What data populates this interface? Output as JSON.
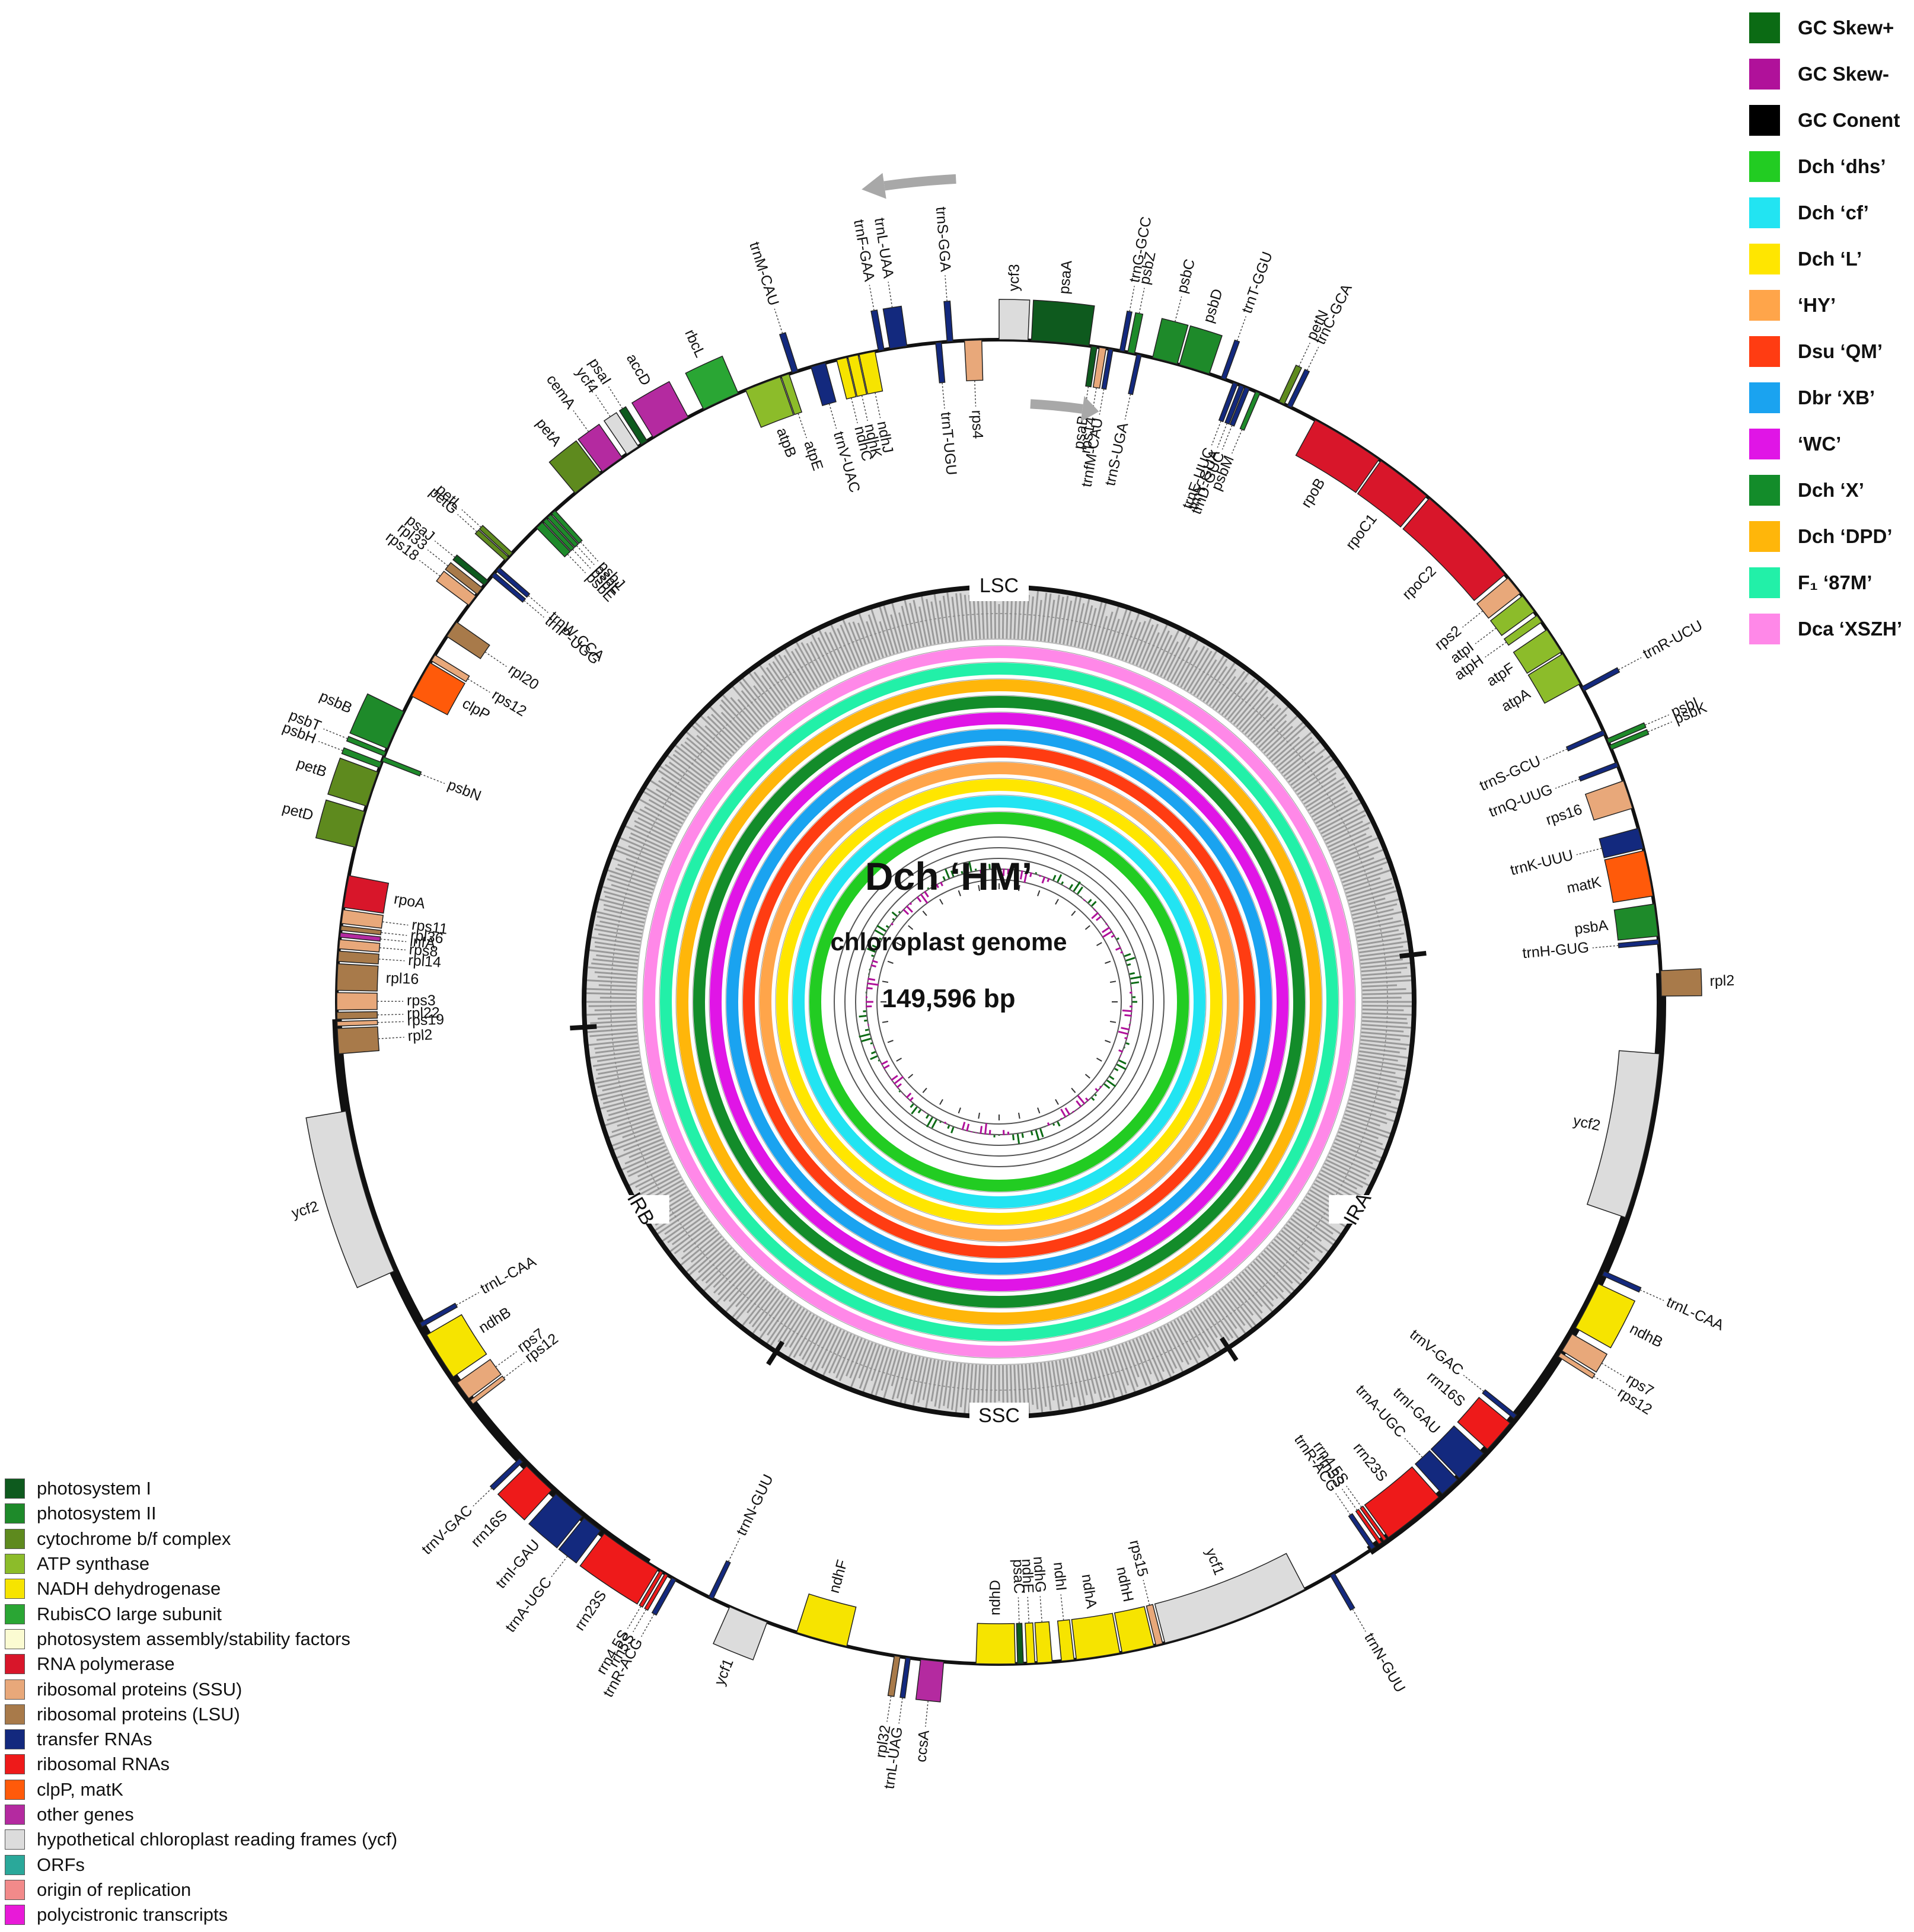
{
  "center": {
    "title": "Dch ‘HM’",
    "subtitle": "chloroplast genome",
    "size": "149,596 bp"
  },
  "regions": [
    "LSC",
    "IRA",
    "SSC",
    "IRB"
  ],
  "legend_top": [
    {
      "label": "GC Skew+",
      "color": "#0b6b14"
    },
    {
      "label": "GC Skew-",
      "color": "#b0119a"
    },
    {
      "label": "GC Conent",
      "color": "#000000"
    },
    {
      "label": "Dch ‘dhs’",
      "color": "#22cc22"
    },
    {
      "label": "Dch ‘cf’",
      "color": "#22e4f2"
    },
    {
      "label": "Dch ‘L’",
      "color": "#ffe600"
    },
    {
      "label": "‘HY’",
      "color": "#ffa54a"
    },
    {
      "label": "Dsu ‘QM’",
      "color": "#ff3c12"
    },
    {
      "label": "Dbr ‘XB’",
      "color": "#1aa3f0"
    },
    {
      "label": "‘WC’",
      "color": "#e015e6"
    },
    {
      "label": "Dch ‘X’",
      "color": "#138c2a"
    },
    {
      "label": "Dch ‘DPD’",
      "color": "#ffb60a"
    },
    {
      "label": "F₁ ‘87M’",
      "color": "#22f0a8"
    },
    {
      "label": "Dca ‘XSZH’",
      "color": "#ff88e8"
    }
  ],
  "legend_bottom": [
    {
      "label": "photosystem I",
      "color": "#0e5a1e"
    },
    {
      "label": "photosystem II",
      "color": "#1e8a2a"
    },
    {
      "label": "cytochrome b/f complex",
      "color": "#5e8a1e"
    },
    {
      "label": "ATP synthase",
      "color": "#8cbc2a"
    },
    {
      "label": "NADH dehydrogenase",
      "color": "#f6e400"
    },
    {
      "label": "RubisCO large subunit",
      "color": "#2aa634"
    },
    {
      "label": "photosystem assembly/stability factors",
      "color": "#fbfbd2"
    },
    {
      "label": "RNA polymerase",
      "color": "#d8162a"
    },
    {
      "label": "ribosomal proteins (SSU)",
      "color": "#e8a87a"
    },
    {
      "label": "ribosomal proteins (LSU)",
      "color": "#a87a4a"
    },
    {
      "label": "transfer RNAs",
      "color": "#13297e"
    },
    {
      "label": "ribosomal RNAs",
      "color": "#ee1a1a"
    },
    {
      "label": "clpP, matK",
      "color": "#ff5a0a"
    },
    {
      "label": "other genes",
      "color": "#b42aa0"
    },
    {
      "label": "hypothetical chloroplast reading frames (ycf)",
      "color": "#dcdcdc"
    },
    {
      "label": "ORFs",
      "color": "#2aa89a"
    },
    {
      "label": "origin of replication",
      "color": "#f28a8a"
    },
    {
      "label": "polycistronic transcripts",
      "color": "#e81ad8"
    }
  ],
  "genes": [
    {
      "name": "trnS-GGA",
      "cat": "trna",
      "start": 355.5,
      "end": 356.0,
      "side": "out"
    },
    {
      "name": "ycf3",
      "cat": "ycf",
      "start": 0.0,
      "end": 2.5,
      "side": "out"
    },
    {
      "name": "rps4",
      "cat": "ssu",
      "start": 357.0,
      "end": 358.5,
      "side": "in"
    },
    {
      "name": "trnT-UGU",
      "cat": "trna",
      "start": 354.5,
      "end": 355.0,
      "side": "in"
    },
    {
      "name": "trnL-UAA",
      "cat": "trna",
      "start": 350.5,
      "end": 352.0,
      "side": "out"
    },
    {
      "name": "trnF-GAA",
      "cat": "trna",
      "start": 349.5,
      "end": 350.0,
      "side": "out"
    },
    {
      "name": "ndhJ",
      "cat": "ndh",
      "start": 347.8,
      "end": 349.2,
      "side": "in"
    },
    {
      "name": "ndhK",
      "cat": "ndh",
      "start": 346.8,
      "end": 347.7,
      "side": "in"
    },
    {
      "name": "ndhC",
      "cat": "ndh",
      "start": 345.8,
      "end": 346.7,
      "side": "in"
    },
    {
      "name": "trnV-UAC",
      "cat": "trna",
      "start": 343.5,
      "end": 344.8,
      "side": "in"
    },
    {
      "name": "trnM-CAU",
      "cat": "trna",
      "start": 341.8,
      "end": 342.3,
      "side": "out"
    },
    {
      "name": "atpE",
      "cat": "atp",
      "start": 340.8,
      "end": 341.5,
      "side": "in"
    },
    {
      "name": "atpB",
      "cat": "atp",
      "start": 337.5,
      "end": 340.7,
      "side": "in"
    },
    {
      "name": "rbcL",
      "cat": "rbcl",
      "start": 333.5,
      "end": 336.8,
      "side": "out"
    },
    {
      "name": "accD",
      "cat": "other",
      "start": 328.5,
      "end": 332.0,
      "side": "out"
    },
    {
      "name": "psaI",
      "cat": "ps1",
      "start": 327.3,
      "end": 327.9,
      "side": "out"
    },
    {
      "name": "ycf4",
      "cat": "ycf",
      "start": 325.8,
      "end": 327.0,
      "side": "out"
    },
    {
      "name": "cemA",
      "cat": "other",
      "start": 323.2,
      "end": 325.3,
      "side": "out"
    },
    {
      "name": "petA",
      "cat": "cytb",
      "start": 320.2,
      "end": 323.0,
      "side": "out"
    },
    {
      "name": "psbJ",
      "cat": "ps2",
      "start": 317.5,
      "end": 317.9,
      "side": "in"
    },
    {
      "name": "psbL",
      "cat": "ps2",
      "start": 317.0,
      "end": 317.4,
      "side": "in"
    },
    {
      "name": "psbF",
      "cat": "ps2",
      "start": 316.5,
      "end": 316.9,
      "side": "in"
    },
    {
      "name": "psbE",
      "cat": "ps2",
      "start": 315.7,
      "end": 316.4,
      "side": "in"
    },
    {
      "name": "petL",
      "cat": "cytb",
      "start": 312.3,
      "end": 312.7,
      "side": "out"
    },
    {
      "name": "petG",
      "cat": "cytb",
      "start": 311.8,
      "end": 312.2,
      "side": "out"
    },
    {
      "name": "trnW-CCA",
      "cat": "trna",
      "start": 310.6,
      "end": 311.0,
      "side": "in"
    },
    {
      "name": "trnP-UGG",
      "cat": "trna",
      "start": 310.0,
      "end": 310.4,
      "side": "in"
    },
    {
      "name": "psaJ",
      "cat": "ps1",
      "start": 309.0,
      "end": 309.5,
      "side": "out"
    },
    {
      "name": "rpl33",
      "cat": "lsu",
      "start": 308.0,
      "end": 308.7,
      "side": "out"
    },
    {
      "name": "rps18",
      "cat": "ssu",
      "start": 306.8,
      "end": 307.8,
      "side": "out"
    },
    {
      "name": "rpl20",
      "cat": "lsu",
      "start": 303.5,
      "end": 305.0,
      "side": "in"
    },
    {
      "name": "rps12",
      "cat": "ssu",
      "start": 301.0,
      "end": 301.6,
      "side": "in"
    },
    {
      "name": "clpP",
      "cat": "clpp",
      "start": 297.5,
      "end": 300.8,
      "side": "in"
    },
    {
      "name": "psbB",
      "cat": "ps2",
      "start": 292.5,
      "end": 296.0,
      "side": "out"
    },
    {
      "name": "psbT",
      "cat": "ps2",
      "start": 291.8,
      "end": 292.2,
      "side": "out"
    },
    {
      "name": "psbN",
      "cat": "ps2",
      "start": 291.3,
      "end": 291.7,
      "side": "in"
    },
    {
      "name": "psbH",
      "cat": "ps2",
      "start": 290.7,
      "end": 291.2,
      "side": "out"
    },
    {
      "name": "petB",
      "cat": "cytb",
      "start": 287.2,
      "end": 290.3,
      "side": "out"
    },
    {
      "name": "petD",
      "cat": "cytb",
      "start": 283.5,
      "end": 286.7,
      "side": "out"
    },
    {
      "name": "rpoA",
      "cat": "rpo",
      "start": 278.2,
      "end": 281.0,
      "side": "in"
    },
    {
      "name": "rps11",
      "cat": "ssu",
      "start": 276.8,
      "end": 278.0,
      "side": "in"
    },
    {
      "name": "rpl36",
      "cat": "lsu",
      "start": 276.2,
      "end": 276.6,
      "side": "in"
    },
    {
      "name": "infA",
      "cat": "other",
      "start": 275.6,
      "end": 276.0,
      "side": "in"
    },
    {
      "name": "rps8",
      "cat": "ssu",
      "start": 274.6,
      "end": 275.4,
      "side": "in"
    },
    {
      "name": "rpl14",
      "cat": "lsu",
      "start": 273.5,
      "end": 274.4,
      "side": "in"
    },
    {
      "name": "rpl16",
      "cat": "lsu",
      "start": 271.0,
      "end": 273.3,
      "side": "in"
    },
    {
      "name": "rps3",
      "cat": "ssu",
      "start": 269.3,
      "end": 270.8,
      "side": "in"
    },
    {
      "name": "rpl22",
      "cat": "lsu",
      "start": 268.5,
      "end": 269.1,
      "side": "in"
    },
    {
      "name": "rps19",
      "cat": "ssu",
      "start": 267.9,
      "end": 268.3,
      "side": "in"
    },
    {
      "name": "rpl2",
      "cat": "lsu",
      "start": 265.5,
      "end": 267.7,
      "side": "in"
    },
    {
      "name": "ycf2",
      "cat": "ycf",
      "start": 246.0,
      "end": 260.5,
      "side": "out"
    },
    {
      "name": "trnL-CAA",
      "cat": "trna",
      "start": 240.6,
      "end": 241.0,
      "side": "in"
    },
    {
      "name": "ndhB",
      "cat": "ndh",
      "start": 235.5,
      "end": 239.8,
      "side": "in"
    },
    {
      "name": "rps7",
      "cat": "ssu",
      "start": 233.2,
      "end": 234.9,
      "side": "in"
    },
    {
      "name": "rps12",
      "cat": "ssu",
      "start": 232.6,
      "end": 233.0,
      "side": "in"
    },
    {
      "name": "trnV-GAC",
      "cat": "trna",
      "start": 226.0,
      "end": 226.4,
      "side": "out"
    },
    {
      "name": "rrn16S",
      "cat": "rrna",
      "start": 222.5,
      "end": 225.5,
      "side": "out"
    },
    {
      "name": "trnI-GAU",
      "cat": "trna",
      "start": 219.0,
      "end": 222.0,
      "side": "out"
    },
    {
      "name": "trnA-UGC",
      "cat": "trna",
      "start": 217.0,
      "end": 218.8,
      "side": "out"
    },
    {
      "name": "rrn23S",
      "cat": "rrna",
      "start": 211.0,
      "end": 216.6,
      "side": "out"
    },
    {
      "name": "rrn4.5S",
      "cat": "rrna",
      "start": 210.5,
      "end": 210.8,
      "side": "out"
    },
    {
      "name": "rrn5S",
      "cat": "rrna",
      "start": 210.0,
      "end": 210.3,
      "side": "out"
    },
    {
      "name": "trnR-ACG",
      "cat": "trna",
      "start": 209.2,
      "end": 209.6,
      "side": "out"
    },
    {
      "name": "trnN-GUU",
      "cat": "trna",
      "start": 205.6,
      "end": 206.0,
      "side": "in"
    },
    {
      "name": "ycf1",
      "cat": "ycf",
      "start": 200.5,
      "end": 204.0,
      "side": "out"
    },
    {
      "name": "ndhF",
      "cat": "ndh",
      "start": 193.3,
      "end": 197.8,
      "side": "in"
    },
    {
      "name": "rpl32",
      "cat": "lsu",
      "start": 188.6,
      "end": 189.1,
      "side": "out"
    },
    {
      "name": "trnL-UAG",
      "cat": "trna",
      "start": 187.7,
      "end": 188.1,
      "side": "out"
    },
    {
      "name": "ccsA",
      "cat": "other",
      "start": 184.8,
      "end": 186.8,
      "side": "out"
    },
    {
      "name": "ndhD",
      "cat": "ndh",
      "start": 178.6,
      "end": 182.0,
      "side": "in"
    },
    {
      "name": "psaC",
      "cat": "ps1",
      "start": 177.9,
      "end": 178.4,
      "side": "in"
    },
    {
      "name": "ndhE",
      "cat": "ndh",
      "start": 176.9,
      "end": 177.6,
      "side": "in"
    },
    {
      "name": "ndhG",
      "cat": "ndh",
      "start": 175.4,
      "end": 176.7,
      "side": "in"
    },
    {
      "name": "ndhI",
      "cat": "ndh",
      "start": 173.5,
      "end": 174.6,
      "side": "in"
    },
    {
      "name": "ndhA",
      "cat": "ndh",
      "start": 169.5,
      "end": 173.3,
      "side": "in"
    },
    {
      "name": "ndhH",
      "cat": "ndh",
      "start": 166.5,
      "end": 169.3,
      "side": "in"
    },
    {
      "name": "rps15",
      "cat": "ssu",
      "start": 165.7,
      "end": 166.3,
      "side": "in"
    },
    {
      "name": "ycf1",
      "cat": "ycf",
      "start": 152.5,
      "end": 165.5,
      "side": "in"
    },
    {
      "name": "trnN-GUU",
      "cat": "trna",
      "start": 149.6,
      "end": 150.0,
      "side": "out"
    },
    {
      "name": "trnR-ACG",
      "cat": "trna",
      "start": 145.4,
      "end": 145.8,
      "side": "in"
    },
    {
      "name": "rrn5S",
      "cat": "rrna",
      "start": 144.7,
      "end": 145.0,
      "side": "in"
    },
    {
      "name": "rrn4.5S",
      "cat": "rrna",
      "start": 144.2,
      "end": 144.5,
      "side": "in"
    },
    {
      "name": "rrn23S",
      "cat": "rrna",
      "start": 138.4,
      "end": 144.0,
      "side": "in"
    },
    {
      "name": "trnA-UGC",
      "cat": "trna",
      "start": 136.2,
      "end": 138.0,
      "side": "in"
    },
    {
      "name": "trnI-GAU",
      "cat": "trna",
      "start": 133.0,
      "end": 136.0,
      "side": "in"
    },
    {
      "name": "rrn16S",
      "cat": "rrna",
      "start": 129.5,
      "end": 132.5,
      "side": "in"
    },
    {
      "name": "trnV-GAC",
      "cat": "trna",
      "start": 128.6,
      "end": 129.0,
      "side": "in"
    },
    {
      "name": "rps12",
      "cat": "ssu",
      "start": 122.0,
      "end": 122.4,
      "side": "out"
    },
    {
      "name": "rps7",
      "cat": "ssu",
      "start": 120.1,
      "end": 121.8,
      "side": "out"
    },
    {
      "name": "ndhB",
      "cat": "ndh",
      "start": 115.2,
      "end": 119.5,
      "side": "out"
    },
    {
      "name": "trnL-CAA",
      "cat": "trna",
      "start": 114.0,
      "end": 114.4,
      "side": "out"
    },
    {
      "name": "ycf2",
      "cat": "ycf",
      "start": 94.5,
      "end": 109.0,
      "side": "in"
    },
    {
      "name": "rpl2",
      "cat": "lsu",
      "start": 87.3,
      "end": 89.5,
      "side": "out"
    },
    {
      "name": "trnH-GUG",
      "cat": "trna",
      "start": 84.6,
      "end": 85.0,
      "side": "in"
    },
    {
      "name": "psbA",
      "cat": "ps2",
      "start": 81.5,
      "end": 84.3,
      "side": "in"
    },
    {
      "name": "matK",
      "cat": "clpp",
      "start": 76.8,
      "end": 80.8,
      "side": "in"
    },
    {
      "name": "trnK-UUU",
      "cat": "trna",
      "start": 74.8,
      "end": 76.6,
      "side": "in"
    },
    {
      "name": "rps16",
      "cat": "ssu",
      "start": 70.5,
      "end": 73.0,
      "side": "in"
    },
    {
      "name": "trnQ-UUG",
      "cat": "trna",
      "start": 68.8,
      "end": 69.2,
      "side": "in"
    },
    {
      "name": "psbK",
      "cat": "ps2",
      "start": 67.2,
      "end": 67.6,
      "side": "out"
    },
    {
      "name": "psbI",
      "cat": "ps2",
      "start": 66.6,
      "end": 67.0,
      "side": "out"
    },
    {
      "name": "trnS-GCU",
      "cat": "trna",
      "start": 65.8,
      "end": 66.2,
      "side": "in"
    },
    {
      "name": "trnR-UCU",
      "cat": "trna",
      "start": 61.6,
      "end": 62.0,
      "side": "out"
    },
    {
      "name": "atpA",
      "cat": "atp",
      "start": 58.3,
      "end": 61.3,
      "side": "in"
    },
    {
      "name": "atpF",
      "cat": "atp",
      "start": 55.8,
      "end": 58.1,
      "side": "in"
    },
    {
      "name": "atpH",
      "cat": "atp",
      "start": 54.3,
      "end": 55.0,
      "side": "in"
    },
    {
      "name": "atpI",
      "cat": "atp",
      "start": 52.2,
      "end": 53.9,
      "side": "in"
    },
    {
      "name": "rps2",
      "cat": "ssu",
      "start": 50.2,
      "end": 51.9,
      "side": "in"
    },
    {
      "name": "rpoC2",
      "cat": "rpo",
      "start": 40.5,
      "end": 49.8,
      "side": "in"
    },
    {
      "name": "rpoC1",
      "cat": "rpo",
      "start": 35.2,
      "end": 40.2,
      "side": "in"
    },
    {
      "name": "rpoB",
      "cat": "rpo",
      "start": 28.5,
      "end": 35.0,
      "side": "in"
    },
    {
      "name": "trnC-GCA",
      "cat": "trna",
      "start": 25.8,
      "end": 26.2,
      "side": "out"
    },
    {
      "name": "petN",
      "cat": "cytb",
      "start": 25.0,
      "end": 25.5,
      "side": "out"
    },
    {
      "name": "psbM",
      "cat": "ps2",
      "start": 22.8,
      "end": 23.2,
      "side": "in"
    },
    {
      "name": "trnD-GUC",
      "cat": "trna",
      "start": 21.8,
      "end": 22.2,
      "side": "in"
    },
    {
      "name": "trnY-GUA",
      "cat": "trna",
      "start": 21.3,
      "end": 21.7,
      "side": "in"
    },
    {
      "name": "trnE-UUC",
      "cat": "trna",
      "start": 20.7,
      "end": 21.1,
      "side": "in"
    },
    {
      "name": "trnT-GGU",
      "cat": "trna",
      "start": 19.6,
      "end": 20.0,
      "side": "out"
    },
    {
      "name": "psbD",
      "cat": "ps2",
      "start": 15.8,
      "end": 18.5,
      "side": "out"
    },
    {
      "name": "psbC",
      "cat": "ps2",
      "start": 13.4,
      "end": 15.6,
      "side": "out"
    },
    {
      "name": "trnS-UGA",
      "cat": "trna",
      "start": 12.0,
      "end": 12.4,
      "side": "in"
    },
    {
      "name": "psbZ",
      "cat": "ps2",
      "start": 11.2,
      "end": 11.8,
      "side": "out"
    },
    {
      "name": "trnG-GCC",
      "cat": "trna",
      "start": 10.5,
      "end": 10.9,
      "side": "out"
    },
    {
      "name": "trnfM-CAU",
      "cat": "trna",
      "start": 9.5,
      "end": 9.9,
      "side": "in"
    },
    {
      "name": "rps14",
      "cat": "ssu",
      "start": 8.7,
      "end": 9.3,
      "side": "in"
    },
    {
      "name": "psaB",
      "cat": "ps1",
      "start": 8.0,
      "end": 8.5,
      "side": "in"
    },
    {
      "name": "psaA",
      "cat": "ps1",
      "start": 2.8,
      "end": 7.8,
      "side": "out"
    }
  ]
}
